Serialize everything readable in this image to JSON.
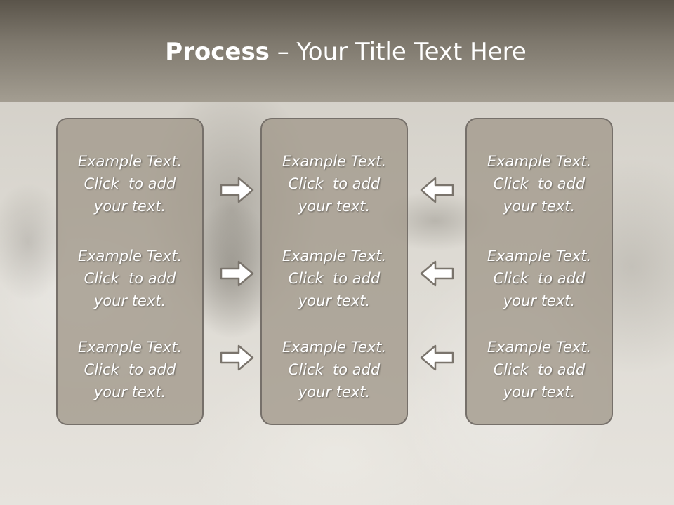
{
  "title": {
    "bold": "Process",
    "rest": " – Your Title Text Here"
  },
  "panels": [
    {
      "items": [
        {
          "line1": "Example Text.",
          "line2": "Click  to add",
          "line3": "your text."
        },
        {
          "line1": "Example Text.",
          "line2": "Click  to add",
          "line3": "your text."
        },
        {
          "line1": "Example Text.",
          "line2": "Click  to add",
          "line3": "your text."
        }
      ]
    },
    {
      "items": [
        {
          "line1": "Example Text.",
          "line2": "Click  to add",
          "line3": "your text."
        },
        {
          "line1": "Example Text.",
          "line2": "Click  to add",
          "line3": "your text."
        },
        {
          "line1": "Example Text.",
          "line2": "Click  to add",
          "line3": "your text."
        }
      ]
    },
    {
      "items": [
        {
          "line1": "Example Text.",
          "line2": "Click  to add",
          "line3": "your text."
        },
        {
          "line1": "Example Text.",
          "line2": "Click  to add",
          "line3": "your text."
        },
        {
          "line1": "Example Text.",
          "line2": "Click  to add",
          "line3": "your text."
        }
      ]
    }
  ],
  "arrows": {
    "left_column": [
      "right-arrow-icon",
      "right-arrow-icon",
      "right-arrow-icon"
    ],
    "right_column": [
      "left-arrow-icon",
      "left-arrow-icon",
      "left-arrow-icon"
    ]
  },
  "colors": {
    "header_dark": "#5a544a",
    "header_light": "#a39d91",
    "panel_fill": "#a39b8e",
    "panel_border": "#76706a",
    "text": "#ffffff",
    "arrow_stroke": "#7a746c"
  }
}
